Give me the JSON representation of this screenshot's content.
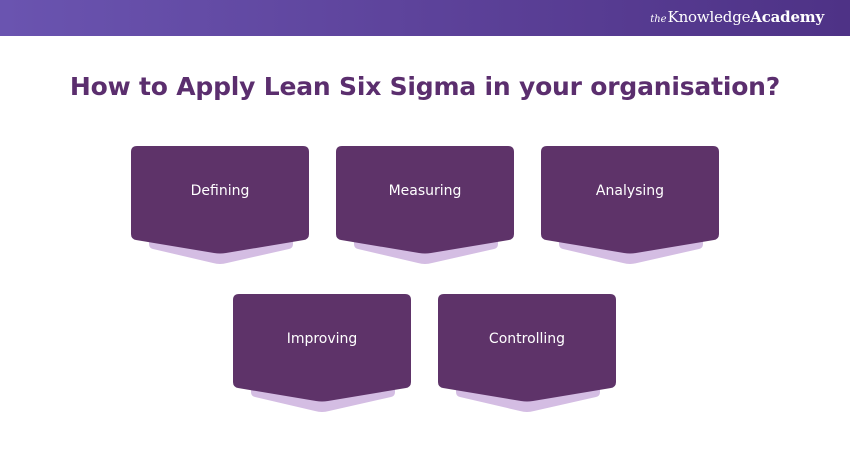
{
  "brand": {
    "prefix": "the",
    "name_regular": "Knowledge",
    "name_bold": "Academy"
  },
  "title": "How to Apply Lean Six Sigma in your organisation?",
  "colors": {
    "header": "#5a3f96",
    "title": "#5b2e6e",
    "card": "#5e3369",
    "card_shadow": "#d4bde3",
    "card_text": "#ffffff"
  },
  "steps": [
    {
      "label": "Defining"
    },
    {
      "label": "Measuring"
    },
    {
      "label": "Analysing"
    },
    {
      "label": "Improving"
    },
    {
      "label": "Controlling"
    }
  ]
}
